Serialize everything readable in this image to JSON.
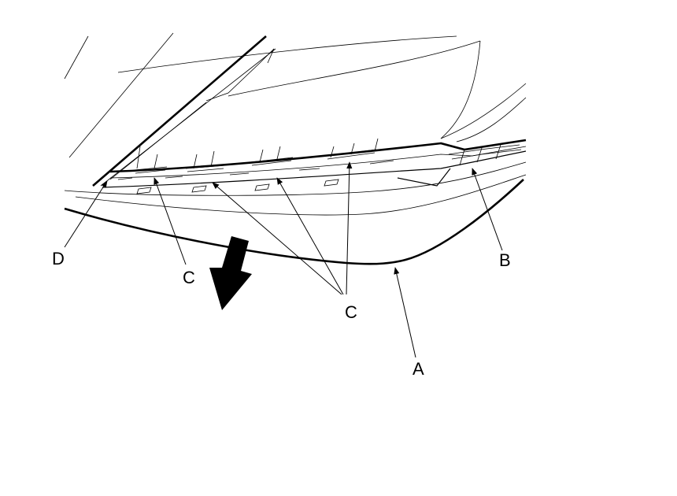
{
  "callouts": {
    "a": "A",
    "b": "B",
    "c1": "C",
    "c2": "C",
    "d": "D"
  },
  "colors": {
    "line": "#000000",
    "background": "#ffffff"
  },
  "icons": {
    "direction": "down-left-arrow-icon"
  }
}
